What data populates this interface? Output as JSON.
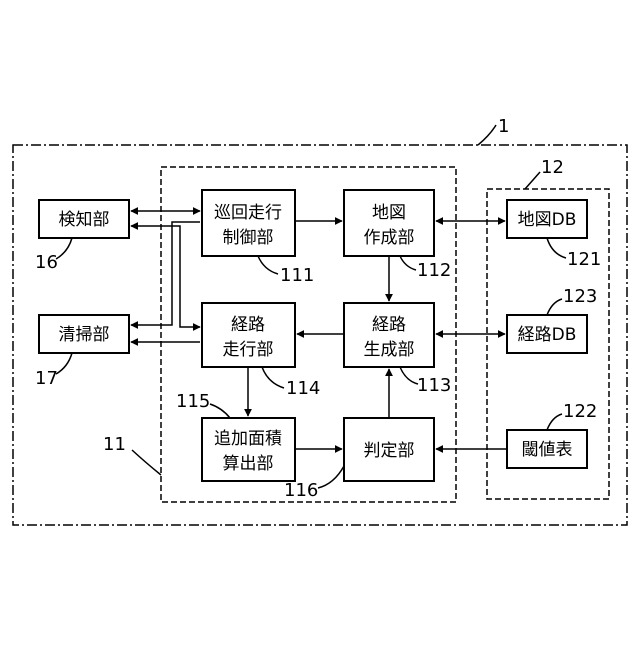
{
  "diagram": {
    "system_ref": "1",
    "controller_ref": "11",
    "storage_ref": "12",
    "blocks": {
      "detect": {
        "line1": "検知部",
        "ref": "16"
      },
      "clean": {
        "line1": "清掃部",
        "ref": "17"
      },
      "patrol": {
        "line1": "巡回走行",
        "line2": "制御部",
        "ref": "111"
      },
      "map_create": {
        "line1": "地図",
        "line2": "作成部",
        "ref": "112"
      },
      "route_gen": {
        "line1": "経路",
        "line2": "生成部",
        "ref": "113"
      },
      "route_run": {
        "line1": "経路",
        "line2": "走行部",
        "ref": "114"
      },
      "area_calc": {
        "line1": "追加面積",
        "line2": "算出部",
        "ref": "115"
      },
      "judge": {
        "line1": "判定部",
        "ref": "116"
      },
      "map_db": {
        "line1": "地図DB",
        "ref": "121"
      },
      "route_db": {
        "line1": "経路DB",
        "ref": "123"
      },
      "threshold": {
        "line1": "閾値表",
        "ref": "122"
      }
    }
  }
}
